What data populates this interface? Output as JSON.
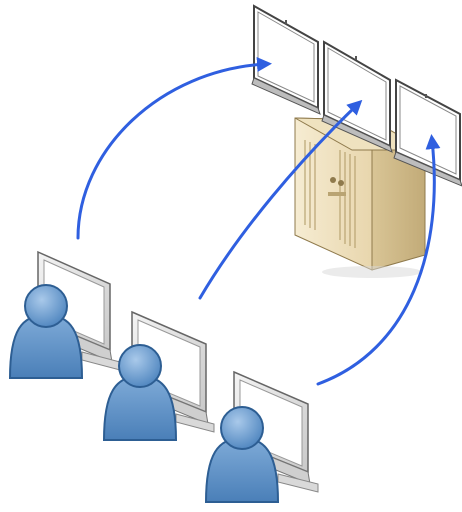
{
  "diagram": {
    "server": {
      "icon": "server-tower-icon",
      "remote_screens": [
        {
          "icon": "remote-desktop-screen-icon"
        },
        {
          "icon": "remote-desktop-screen-icon"
        },
        {
          "icon": "remote-desktop-screen-icon"
        }
      ]
    },
    "clients": [
      {
        "user_icon": "user-icon",
        "monitor_icon": "monitor-icon"
      },
      {
        "user_icon": "user-icon",
        "monitor_icon": "monitor-icon"
      },
      {
        "user_icon": "user-icon",
        "monitor_icon": "monitor-icon"
      }
    ],
    "connections": [
      {
        "from": 0,
        "to": 0,
        "icon": "connection-arrow"
      },
      {
        "from": 1,
        "to": 1,
        "icon": "connection-arrow"
      },
      {
        "from": 2,
        "to": 2,
        "icon": "connection-arrow"
      }
    ],
    "colors": {
      "arrow": "#2f5fe0",
      "user_body": "#5f93c9",
      "user_outline": "#2d5e93",
      "server_body": "#f0e3c3",
      "server_shadow": "#c9b58a",
      "monitor_frame": "#e6e6e6",
      "monitor_screen": "#ffffff"
    }
  }
}
